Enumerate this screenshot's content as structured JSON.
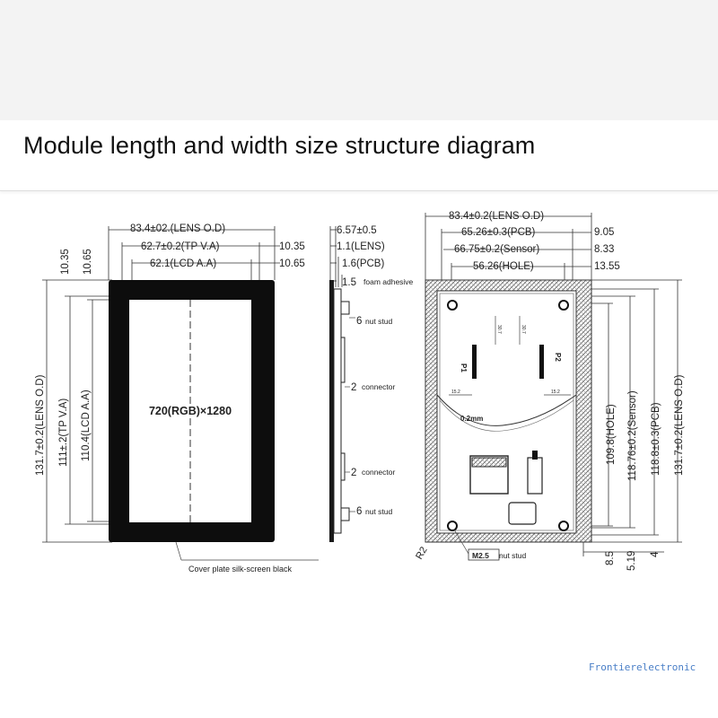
{
  "header": {
    "title": "Module length and width size structure diagram"
  },
  "watermark": "Frontierelectronic",
  "front_view": {
    "dim_lens_od": "83.4±02.(LENS O.D)",
    "dim_tp_va": "62.7±0.2(TP V.A)",
    "dim_lcd_aa": "62.1(LCD A.A)",
    "dim_right_1": "10.35",
    "dim_right_2": "10.65",
    "dim_left_1": "10.35",
    "dim_left_2": "10.65",
    "vdim_lens": "131.7±0.2(LENS O.D)",
    "vdim_tp": "111±.2(TP V.A)",
    "vdim_lcd": "110.4(LCD A.A)",
    "resolution": "720(RGB)×1280",
    "callout": "Cover plate silk-screen black"
  },
  "side_view": {
    "dim_total": "6.57±0.5",
    "dim_lens": "1.1(LENS)",
    "dim_pcb": "1.6(PCB)",
    "dim_foam": "1.5",
    "label_foam": "foam adhesive",
    "label_nut_top_num": "6",
    "label_nut_top": "nut stud",
    "label_conn_top_num": "2",
    "label_conn_top": "connector",
    "label_conn_bot_num": "2",
    "label_conn_bot": "connector",
    "label_nut_bot_num": "6",
    "label_nut_bot": "nut stud"
  },
  "back_view": {
    "dim_lens_od": "83.4±0.2(LENS O.D)",
    "dim_pcb": "65.26±0.3(PCB)",
    "dim_sensor": "66.75±0.2(Sensor)",
    "dim_hole": "56.26(HOLE)",
    "dim_r1": "9.05",
    "dim_r2": "8.33",
    "dim_r3": "13.55",
    "vdim_hole": "109.8(HOLE)",
    "vdim_sensor": "118.76±0.2(Sensor)",
    "vdim_pcb": "118.8±0.3(PCB)",
    "vdim_lens": "131.7±0.2(LENS O.D)",
    "b_1": "8.5",
    "b_2": "5.19",
    "b_3": "4",
    "corner": "R2",
    "label_p1": "P1",
    "label_p2": "P2",
    "small_1": "15.2",
    "small_2": "15.2",
    "small_3": "30.7",
    "small_4": "30.7",
    "thickness": "0.2mm",
    "m_label": "M2.5",
    "m_nut": "nut stud"
  }
}
